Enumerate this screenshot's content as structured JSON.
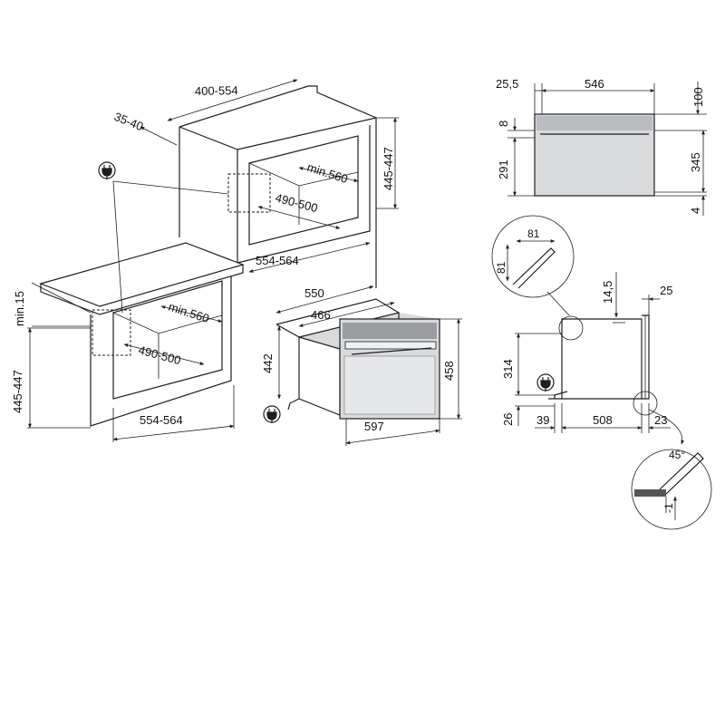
{
  "labels": {
    "col_depth": "400-554",
    "col_back": "35-40",
    "col_min_depth": "min.560",
    "col_height": "445-447",
    "col_inner_width": "490-500",
    "col_width": "554-564",
    "ub_min_gap": "min.15",
    "ub_height": "445-447",
    "ub_min_depth": "min.560",
    "ub_inner_width": "490-500",
    "ub_width": "554-564",
    "oven_depth": "550",
    "oven_body_depth": "466",
    "oven_side_height": "442",
    "oven_front_height": "458",
    "oven_front_width": "597",
    "top_front": "25,5",
    "top_width": "546",
    "top_top_gap": "100",
    "top_panel": "8",
    "top_body": "291",
    "top_total": "345",
    "top_foot": "4",
    "detail_a_w": "81",
    "detail_a_h": "81",
    "side_top_gap": "14,5",
    "side_door": "25",
    "side_height": "314",
    "side_foot": "26",
    "side_front": "39",
    "side_depth": "508",
    "side_rear": "23",
    "detail_b_angle": "45°",
    "detail_b_gap": "-1"
  },
  "icons": [
    "plug-icon",
    "plug-icon",
    "plug-icon"
  ]
}
